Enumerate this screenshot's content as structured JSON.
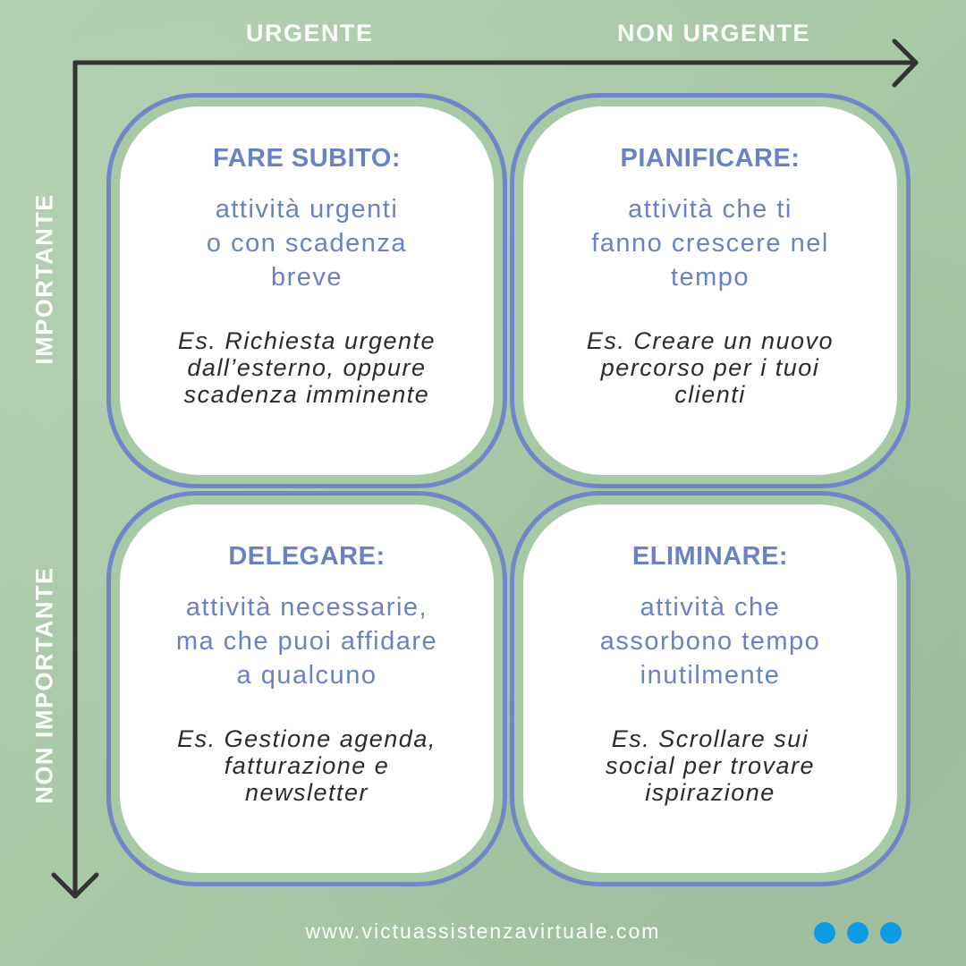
{
  "axes": {
    "x_left": "URGENTE",
    "x_right": "NON URGENTE",
    "y_top": "IMPORTANTE",
    "y_bottom": "NON IMPORTANTE"
  },
  "quadrants": [
    {
      "title": "FARE SUBITO:",
      "description": "attività urgenti\no con scadenza\nbreve",
      "example": "Es. Richiesta urgente\ndall’esterno, oppure\nscadenza imminente"
    },
    {
      "title": "PIANIFICARE:",
      "description": "attività che ti\nfanno crescere nel\ntempo",
      "example": "Es. Creare un nuovo\npercorso per i tuoi\nclienti"
    },
    {
      "title": "DELEGARE:",
      "description": "attività necessarie,\nma che puoi affidare\na qualcuno",
      "example": "Es. Gestione agenda,\nfatturazione e\nnewsletter"
    },
    {
      "title": "ELIMINARE:",
      "description": "attività che\nassorbono tempo\ninutilmente",
      "example": "Es. Scrollare sui\nsocial per trovare\nispirazione"
    }
  ],
  "footer": {
    "website": "www.victuassistenzavirtuale.com",
    "dots_count": 3
  },
  "colors": {
    "background": "#a8c9a6",
    "accent_blue": "#6f86c9",
    "dot_blue": "#0d9be4",
    "axis_line": "#333333"
  }
}
